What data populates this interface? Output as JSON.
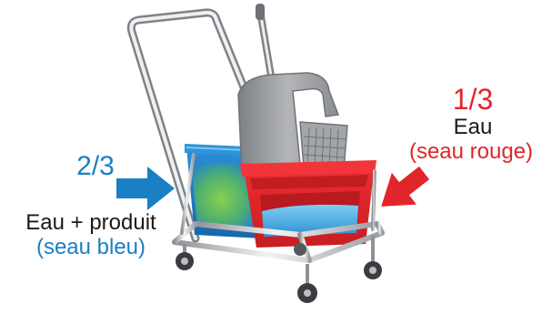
{
  "left": {
    "fraction": "2/3",
    "line1": "Eau + produit",
    "line2": "(seau bleu)"
  },
  "right": {
    "fraction": "1/3",
    "line1": "Eau",
    "line2": "(seau rouge)"
  },
  "colors": {
    "blue_accent": "#1a7fc4",
    "red_accent": "#e0262b",
    "text_dark": "#1a1a1a",
    "chrome": "#c9cbce",
    "wringer_grey": "#9c9ea2"
  },
  "icons": [
    "right-arrow-icon",
    "down-left-arrow-icon"
  ]
}
